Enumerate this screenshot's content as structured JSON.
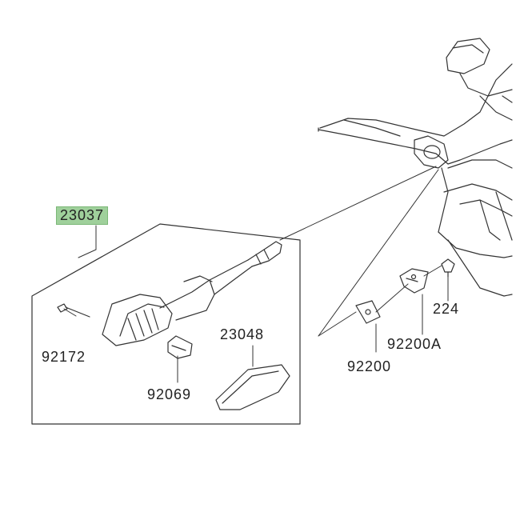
{
  "diagram": {
    "highlight_color": "#9fd09b",
    "line_color": "#333333",
    "parts": [
      {
        "id": "23037",
        "highlighted": true
      },
      {
        "id": "92172"
      },
      {
        "id": "92069"
      },
      {
        "id": "23048"
      },
      {
        "id": "224"
      },
      {
        "id": "92200A"
      },
      {
        "id": "92200"
      }
    ]
  }
}
